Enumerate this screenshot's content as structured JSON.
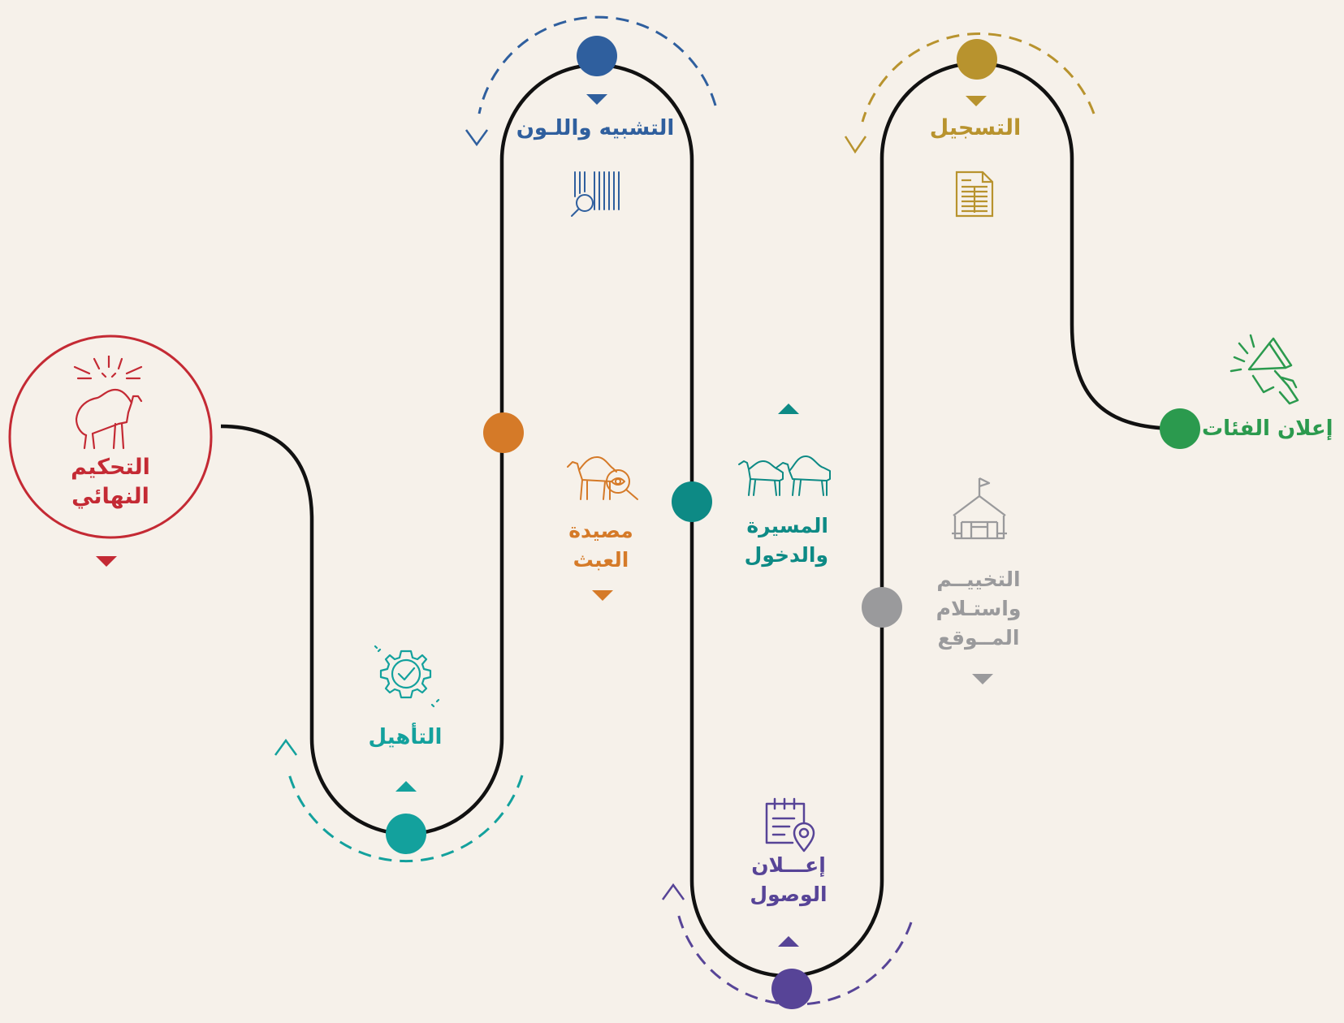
{
  "colors": {
    "path": "#111111",
    "background": "#f6f1ea",
    "green": "#2b9a4e",
    "gold": "#b8932e",
    "gray": "#9a9a9c",
    "teal": "#0d8a85",
    "purple": "#574497",
    "orange": "#d57a28",
    "blue": "#2f5f9e",
    "cyan": "#13a19d",
    "red": "#c42a34"
  },
  "stages": {
    "announce": {
      "label": "إعلان الفئات",
      "icon": "megaphone-icon"
    },
    "register": {
      "label": "التسجيل",
      "icon": "document-icon"
    },
    "camping": {
      "lines": [
        "التخييــم",
        "واستـلام",
        "المــوقع"
      ],
      "icon": "tent-icon"
    },
    "arrival": {
      "lines": [
        "إعـــلان",
        "الوصول"
      ],
      "icon": "calendar-location-icon"
    },
    "march": {
      "lines": [
        "المسيرة",
        "والدخول"
      ],
      "icon": "camels-icon"
    },
    "tampering": {
      "lines": [
        "مصيدة",
        "العبث"
      ],
      "icon": "camel-magnifier-icon"
    },
    "matching": {
      "label": "التشبيه واللـون",
      "icon": "barcode-scan-icon"
    },
    "qualifying": {
      "label": "التأهيل",
      "icon": "gear-check-icon"
    },
    "final": {
      "lines": [
        "التحكيم",
        "النهائي"
      ],
      "icon": "camel-fireworks-icon"
    }
  }
}
